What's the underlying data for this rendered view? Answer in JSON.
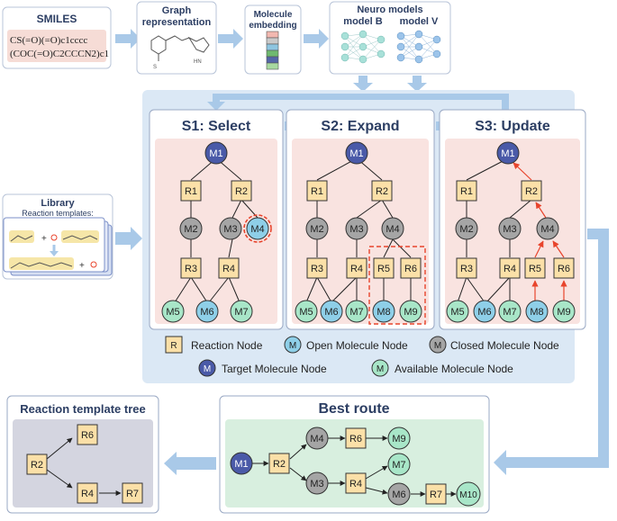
{
  "smiles": {
    "title": "SMILES",
    "line1": "CS(=O)(=O)c1cccc",
    "line2": "(COC(=O)C2CCCN2)c1"
  },
  "graph_label": [
    "Graph",
    "representation"
  ],
  "embedding_label": [
    "Molecule",
    "embedding"
  ],
  "neuro": {
    "title": "Neuro models",
    "model_b": "model B",
    "model_v": "model V"
  },
  "library": {
    "title": "Library",
    "subtitle": "Reaction templates:"
  },
  "stages": {
    "s1": "S1: Select",
    "s2": "S2: Expand",
    "s3": "S3: Update"
  },
  "nodes": {
    "M1": "M1",
    "M2": "M2",
    "M3": "M3",
    "M4": "M4",
    "M5": "M5",
    "M6": "M6",
    "M7": "M7",
    "M8": "M8",
    "M9": "M9",
    "M10": "M10",
    "R1": "R1",
    "R2": "R2",
    "R3": "R3",
    "R4": "R4",
    "R5": "R5",
    "R6": "R6",
    "R7": "R7"
  },
  "legend": {
    "reaction_symbol": "R",
    "reaction": "Reaction Node",
    "open_symbol": "M",
    "open": "Open Molecule Node",
    "closed_symbol": "M",
    "closed": "Closed Molecule Node",
    "target_symbol": "M",
    "target": "Target Molecule Node",
    "available_symbol": "M",
    "available": "Available Molecule Node"
  },
  "template_tree": {
    "title": "Reaction template tree"
  },
  "best_route": {
    "title": "Best route"
  },
  "colors": {
    "target": "#4a5aa8",
    "open": "#8ecfe8",
    "closed": "#a5a5a5",
    "available": "#a8e6c8",
    "reaction": "#fbe0a8",
    "arrow": "#a9c9e8",
    "highlight": "#e8442c",
    "panel_bg": "#f9e3e0",
    "main_bg": "#dbe8f5"
  }
}
